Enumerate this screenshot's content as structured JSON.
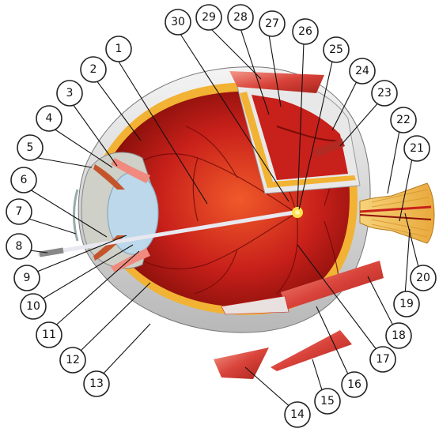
{
  "diagram": {
    "subject": "eye-anatomy-cross-section",
    "labels": [
      "1",
      "2",
      "3",
      "4",
      "5",
      "6",
      "7",
      "8",
      "9",
      "10",
      "11",
      "12",
      "13",
      "14",
      "15",
      "16",
      "17",
      "18",
      "19",
      "20",
      "21",
      "22",
      "23",
      "24",
      "25",
      "26",
      "27",
      "28",
      "29",
      "30"
    ],
    "colors": {
      "vitreous": "#c8201a",
      "vitreous_dark": "#8e0f0b",
      "retina_line": "#f2b233",
      "sclera": "#e6e6e6",
      "sclera_shadow": "#bdbdbd",
      "lens": "#bcd8ea",
      "muscle": "#d9433a",
      "muscle_light": "#f08a7e",
      "nerve": "#f4c060",
      "nerve_stripes": "#d79a2f",
      "fovea": "#ffe24a",
      "light_ray": "#e8e8f0"
    }
  }
}
